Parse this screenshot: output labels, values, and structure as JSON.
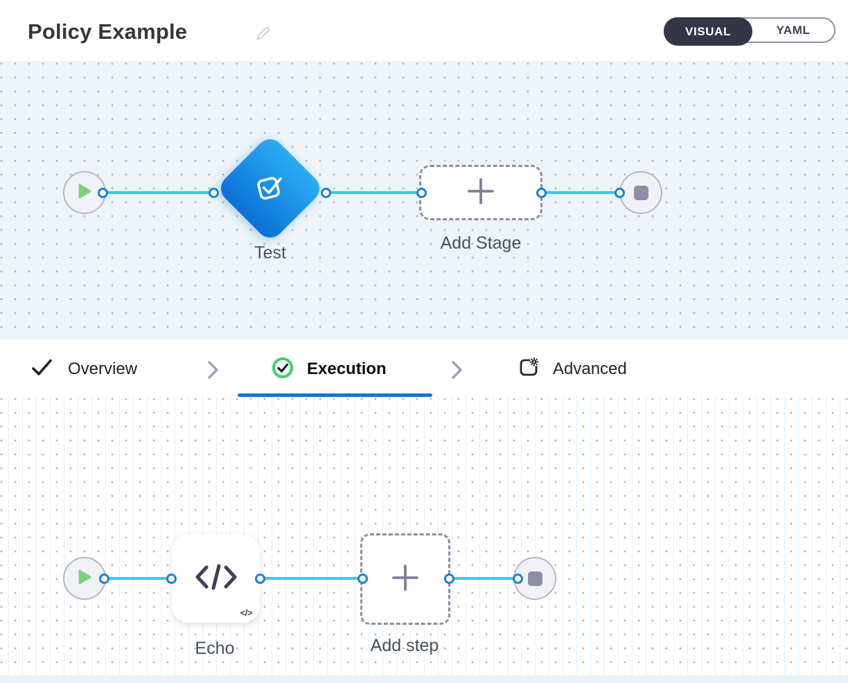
{
  "header": {
    "title": "Policy Example",
    "view_toggle": {
      "visual": "VISUAL",
      "yaml": "YAML",
      "selected": "VISUAL"
    }
  },
  "stage_pipeline": {
    "stage_name": "Test",
    "add_stage": "Add Stage"
  },
  "tabs": {
    "overview": "Overview",
    "execution": "Execution",
    "advanced": "Advanced",
    "active": "Execution"
  },
  "step_pipeline": {
    "step_name": "Echo",
    "add_step": "Add step",
    "code_badge": "</>"
  },
  "icons": {
    "edit": "pencil-icon",
    "overview_tab": "check-icon",
    "execution_tab": "check-circle-icon",
    "advanced_tab": "panel-gear-icon",
    "stage_node": "policy-check-icon",
    "step_node": "code-icon",
    "pipeline_start": "play-icon",
    "pipeline_end": "stop-icon",
    "add_placeholder": "plus-icon",
    "tab_separator": "chevron-right-icon"
  },
  "colors": {
    "accent_blue": "#1176d2",
    "connector_blue": "#41c3f2",
    "diamond_gradient_top": "#2badf3",
    "diamond_gradient_bottom": "#0b70d6",
    "success_green": "#3ecf63",
    "play_green": "#7cd37f",
    "toggle_dark": "#333646",
    "canvas_tint": "#edf5f9"
  }
}
